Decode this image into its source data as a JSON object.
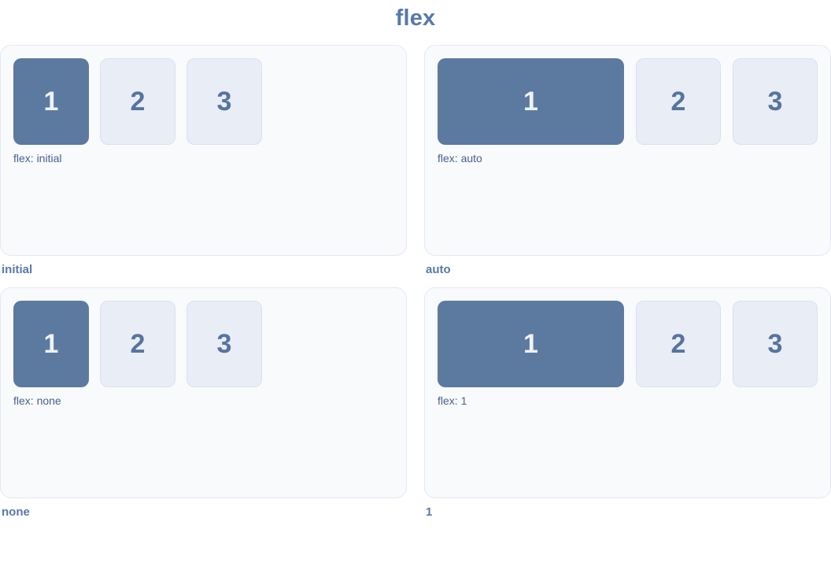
{
  "page": {
    "title": "flex"
  },
  "colors": {
    "accent_box": "#5c7aa0",
    "accent_box_text": "#eef2f8",
    "plain_box_bg": "#e9edf6",
    "plain_box_border": "#dae2ef",
    "plain_box_text": "#56749f",
    "panel_bg": "#f9fafc",
    "panel_border": "#e3e9f2",
    "heading_text": "#5878a8",
    "label_text": "#47608f"
  },
  "panels": [
    {
      "caption": "initial",
      "label": "flex: initial",
      "items": [
        "1",
        "2",
        "3"
      ]
    },
    {
      "caption": "auto",
      "label": "flex: auto",
      "items": [
        "1",
        "2",
        "3"
      ]
    },
    {
      "caption": "none",
      "label": "flex: none",
      "items": [
        "1",
        "2",
        "3"
      ]
    },
    {
      "caption": "1",
      "label": "flex: 1",
      "items": [
        "1",
        "2",
        "3"
      ]
    }
  ]
}
